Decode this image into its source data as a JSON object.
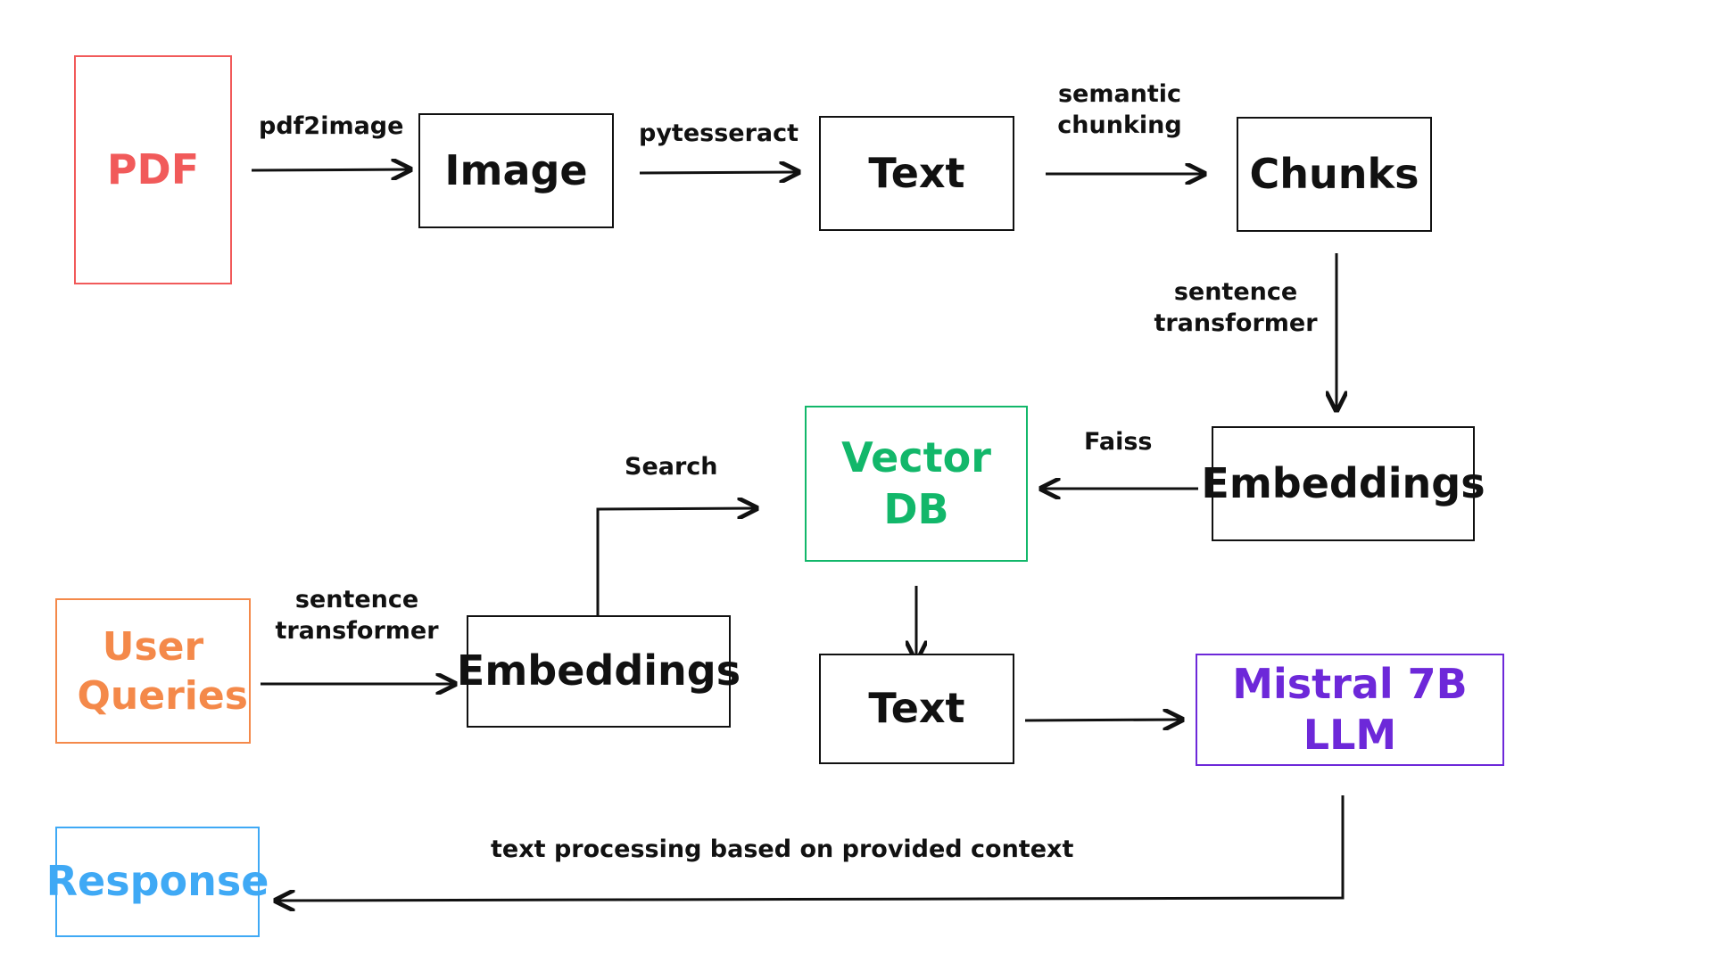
{
  "nodes": {
    "pdf": {
      "label": "PDF",
      "color": "#f15a5a"
    },
    "image": {
      "label": "Image",
      "color": "#111111"
    },
    "text1": {
      "label": "Text",
      "color": "#111111"
    },
    "chunks": {
      "label": "Chunks",
      "color": "#111111"
    },
    "embeddings1": {
      "label": "Embeddings",
      "color": "#111111"
    },
    "vector_db": {
      "label": "Vector DB",
      "color": "#12b76a"
    },
    "user_queries": {
      "label": "User Queries",
      "color": "#f4894a"
    },
    "embeddings2": {
      "label": "Embeddings",
      "color": "#111111"
    },
    "text2": {
      "label": "Text",
      "color": "#111111"
    },
    "mistral": {
      "label": "Mistral 7B LLM",
      "color": "#6d28d9"
    },
    "response": {
      "label": "Response",
      "color": "#3fa9f5"
    }
  },
  "edges": {
    "pdf_to_image": "pdf2image",
    "image_to_text": "pytesseract",
    "text_to_chunks": "semantic chunking",
    "chunks_to_embeddings": "sentence transformer",
    "embeddings_to_vectordb": "Faiss",
    "query_embeddings_to_vectordb": "Search",
    "user_to_embeddings": "sentence transformer",
    "mistral_to_response": "text processing based on provided context"
  }
}
